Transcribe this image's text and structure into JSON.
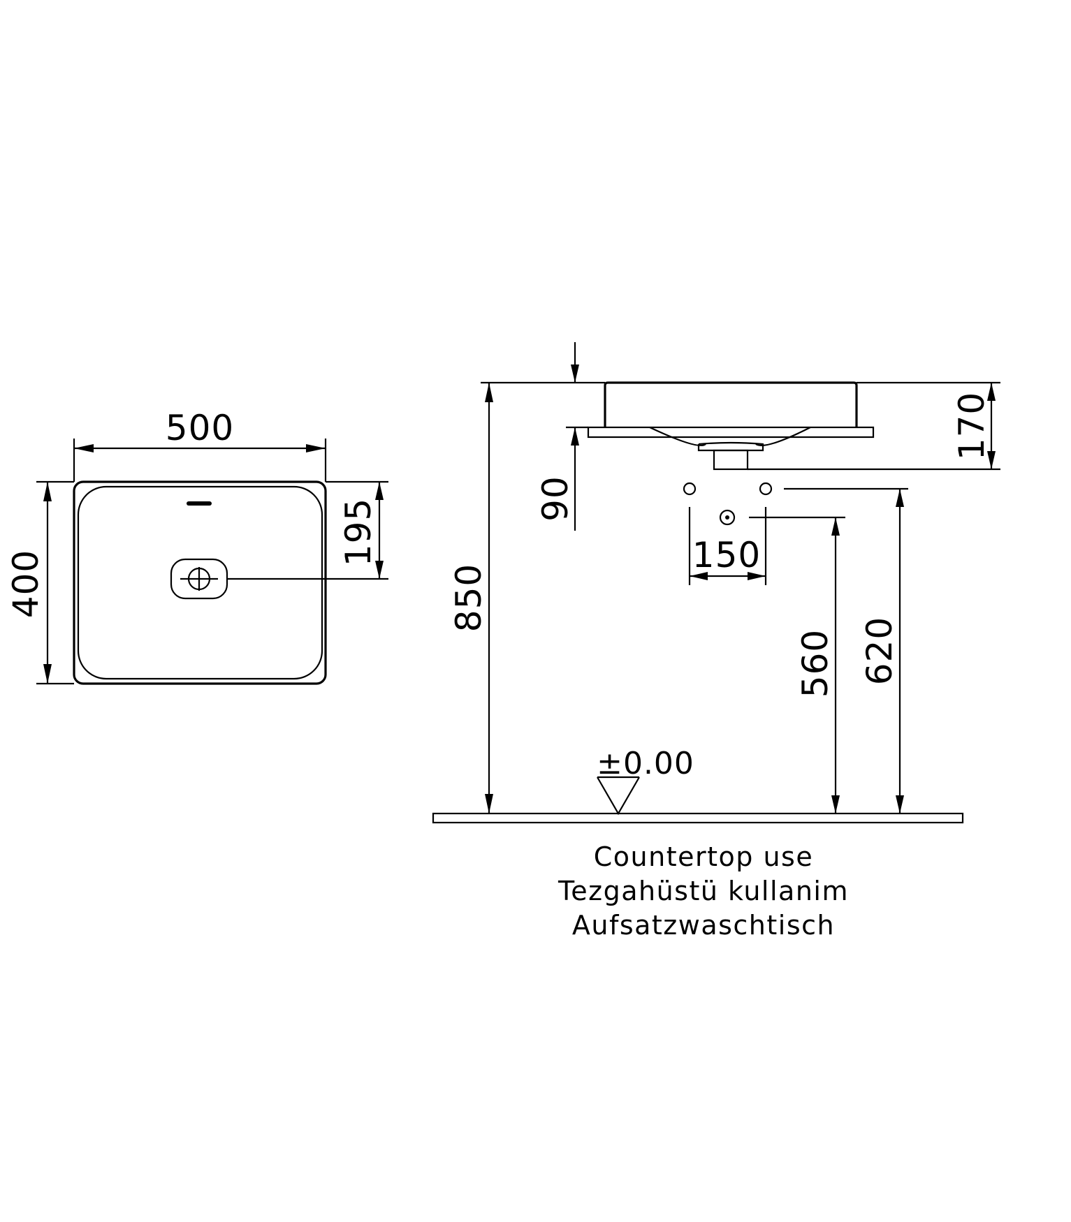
{
  "dimensions": {
    "top_width": "500",
    "top_depth": "400",
    "drain_offset": "195",
    "basin_height": "170",
    "counter_thickness": "90",
    "tap_spacing": "150",
    "overall_height": "850",
    "lower_outlet_height": "560",
    "upper_outlet_height": "620",
    "floor_level": "±0.00"
  },
  "caption": {
    "line1": "Countertop use",
    "line2": "Tezgahüstü kullanim",
    "line3": "Aufsatzwaschtisch"
  }
}
